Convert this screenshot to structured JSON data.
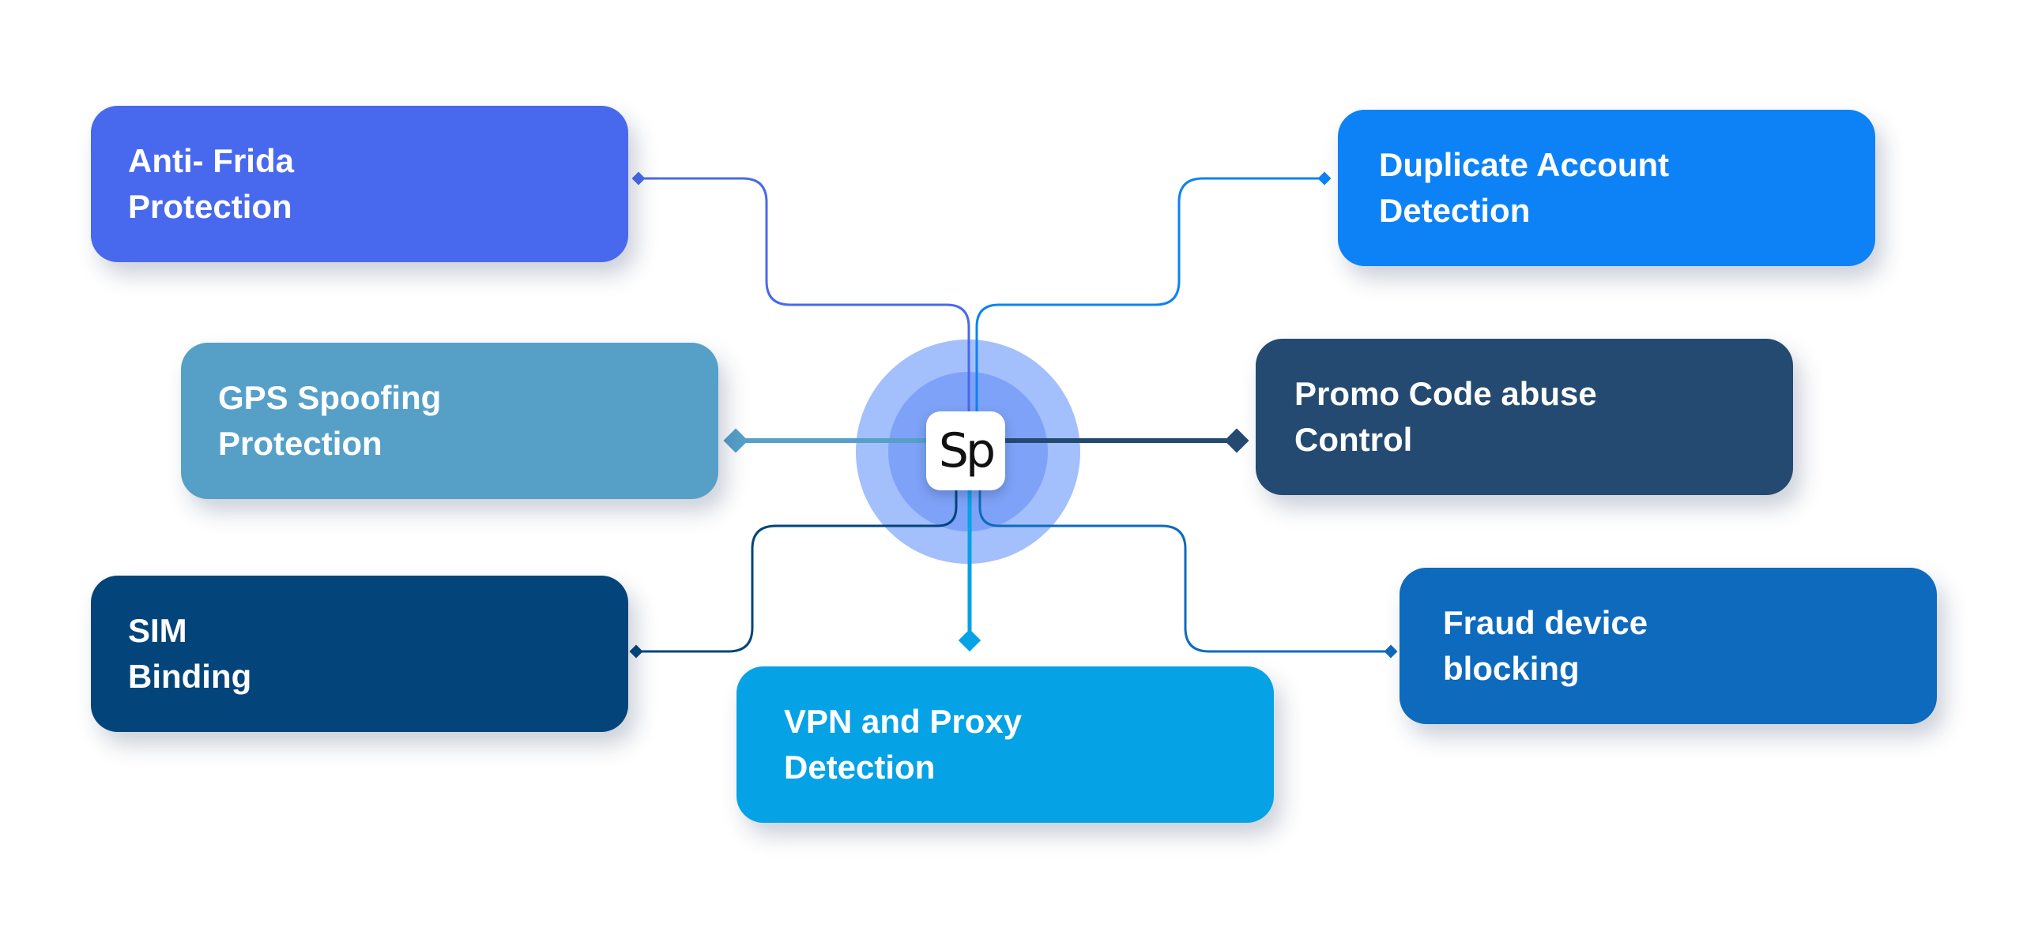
{
  "colors": {
    "anti_frida": "#4869EE",
    "duplicate": "#0C82F6",
    "gps": "#56A0C8",
    "promo": "#244A72",
    "sim": "#03457A",
    "fraud": "#0E6ABD",
    "vpn": "#05A2E5",
    "hub_outer": "#A3BFFC",
    "hub_inner": "#7EA2F7"
  },
  "hub": {
    "logo_text": "Sp"
  },
  "cards": {
    "anti_frida": "Anti- Frida\nProtection",
    "duplicate": "Duplicate Account\nDetection",
    "gps": "GPS Spoofing\nProtection",
    "promo": "Promo Code abuse\nControl",
    "sim": "SIM\nBinding",
    "fraud": "Fraud device\nblocking",
    "vpn": "VPN and Proxy\nDetection"
  }
}
